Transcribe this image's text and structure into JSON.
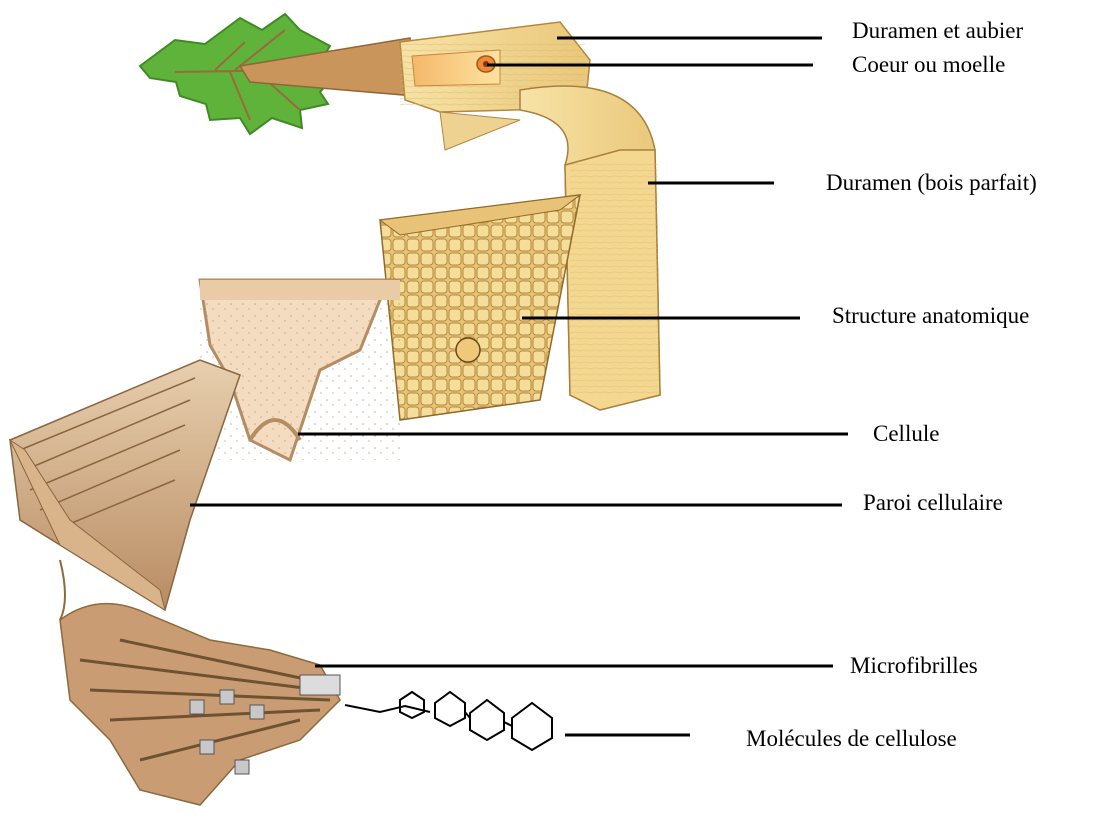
{
  "figure": {
    "labels": {
      "duramen_aubier": "Duramen et aubier",
      "coeur": "Coeur ou moelle",
      "duramen_parfait": "Duramen (bois parfait)",
      "structure": "Structure anatomique",
      "cellule": "Cellule",
      "paroi": "Paroi cellulaire",
      "microfibrilles": "Microfibrilles",
      "molecules": "Molécules de cellulose"
    },
    "colors": {
      "leaf": "#5fb33a",
      "wood_light": "#f3d98d",
      "wood_mid": "#e6b968",
      "bark": "#b98a52",
      "cell_wall": "#c39a66",
      "cell_fill": "#f3dcc0",
      "fibril": "#8b6a3c",
      "leader": "#000000"
    }
  }
}
